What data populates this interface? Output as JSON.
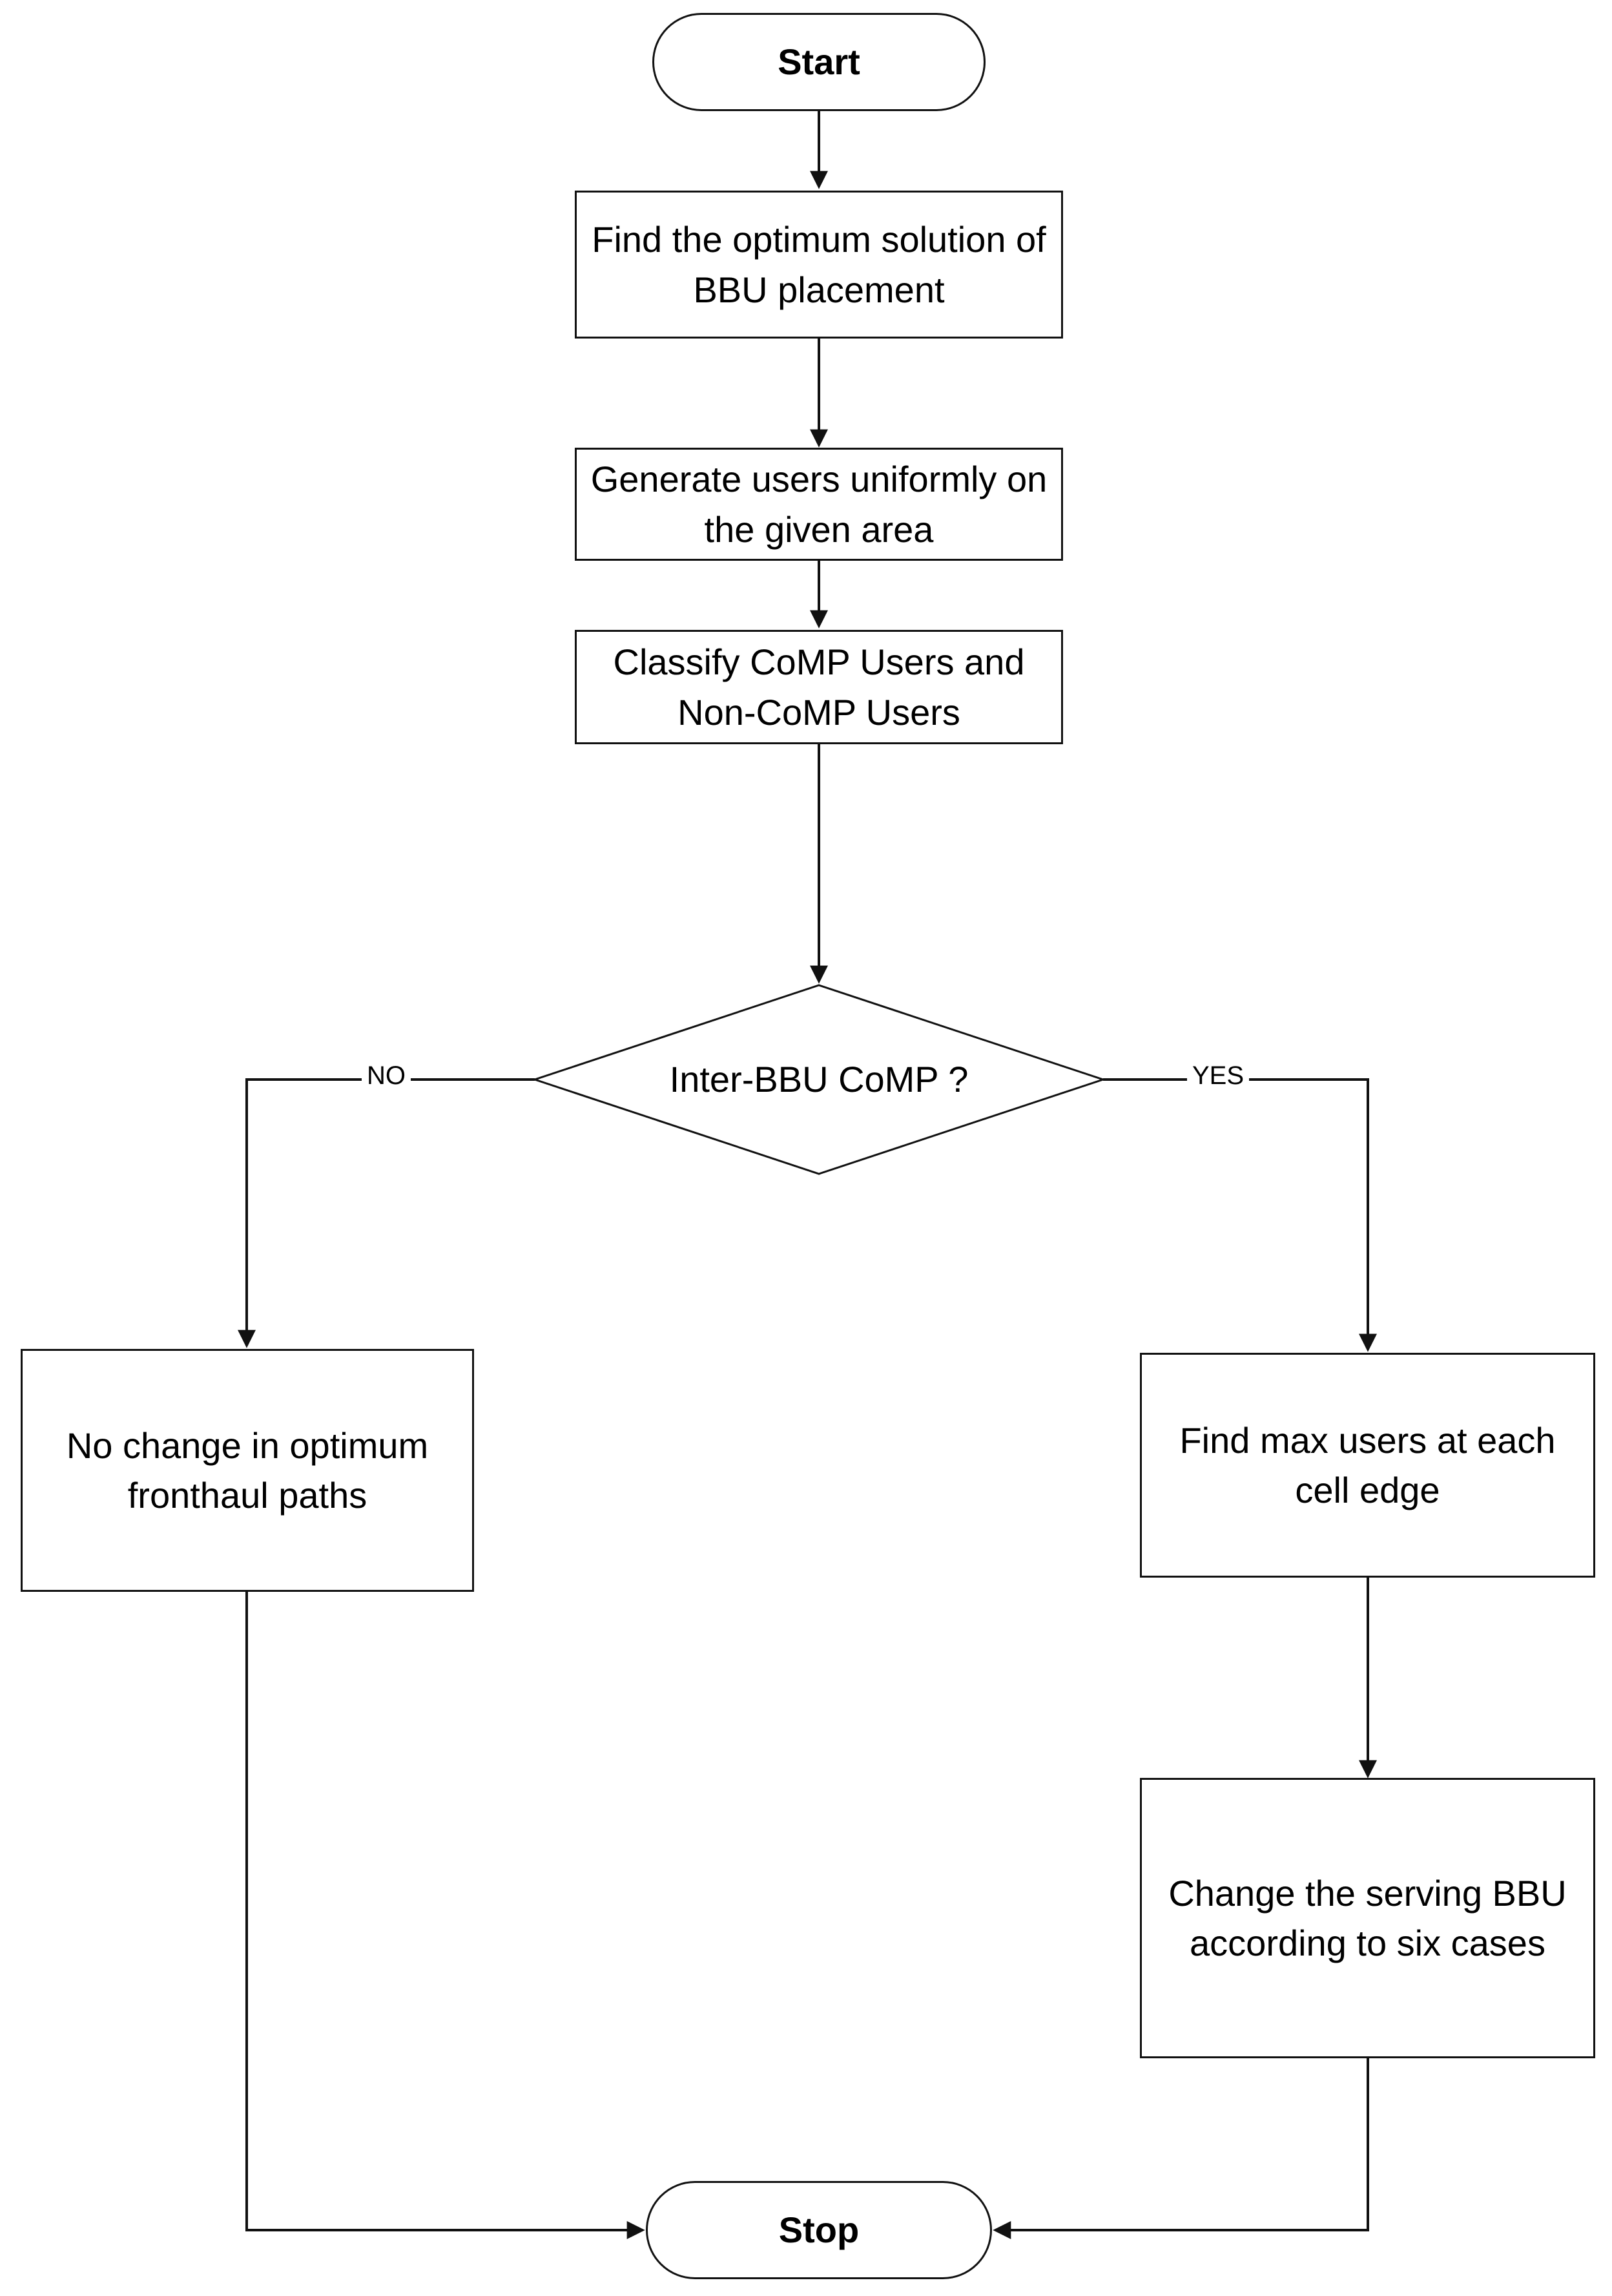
{
  "diagram": {
    "title": "BBU placement and CoMP flowchart",
    "type": "flowchart",
    "colors": {
      "stroke": "#111111",
      "fill": "#ffffff",
      "text": "#000000"
    },
    "nodes": [
      {
        "id": "start",
        "shape": "terminator",
        "label": "Start"
      },
      {
        "id": "find_opt",
        "shape": "process",
        "label": "Find the optimum solution of BBU placement"
      },
      {
        "id": "gen_users",
        "shape": "process",
        "label": "Generate users uniformly on the given area"
      },
      {
        "id": "classify",
        "shape": "process",
        "label": "Classify CoMP Users and Non-CoMP Users"
      },
      {
        "id": "decision",
        "shape": "decision",
        "label": "Inter-BBU CoMP ?"
      },
      {
        "id": "no_change",
        "shape": "process",
        "label": "No change in optimum fronthaul paths"
      },
      {
        "id": "find_max",
        "shape": "process",
        "label": "Find max users at each cell edge"
      },
      {
        "id": "change_bbu",
        "shape": "process",
        "label": "Change the serving BBU according to six cases"
      },
      {
        "id": "stop",
        "shape": "terminator",
        "label": "Stop"
      }
    ],
    "edges": [
      {
        "from": "start",
        "to": "find_opt",
        "label": ""
      },
      {
        "from": "find_opt",
        "to": "gen_users",
        "label": ""
      },
      {
        "from": "gen_users",
        "to": "classify",
        "label": ""
      },
      {
        "from": "classify",
        "to": "decision",
        "label": ""
      },
      {
        "from": "decision",
        "to": "no_change",
        "label": "NO"
      },
      {
        "from": "decision",
        "to": "find_max",
        "label": "YES"
      },
      {
        "from": "find_max",
        "to": "change_bbu",
        "label": ""
      },
      {
        "from": "no_change",
        "to": "stop",
        "label": ""
      },
      {
        "from": "change_bbu",
        "to": "stop",
        "label": ""
      }
    ]
  }
}
